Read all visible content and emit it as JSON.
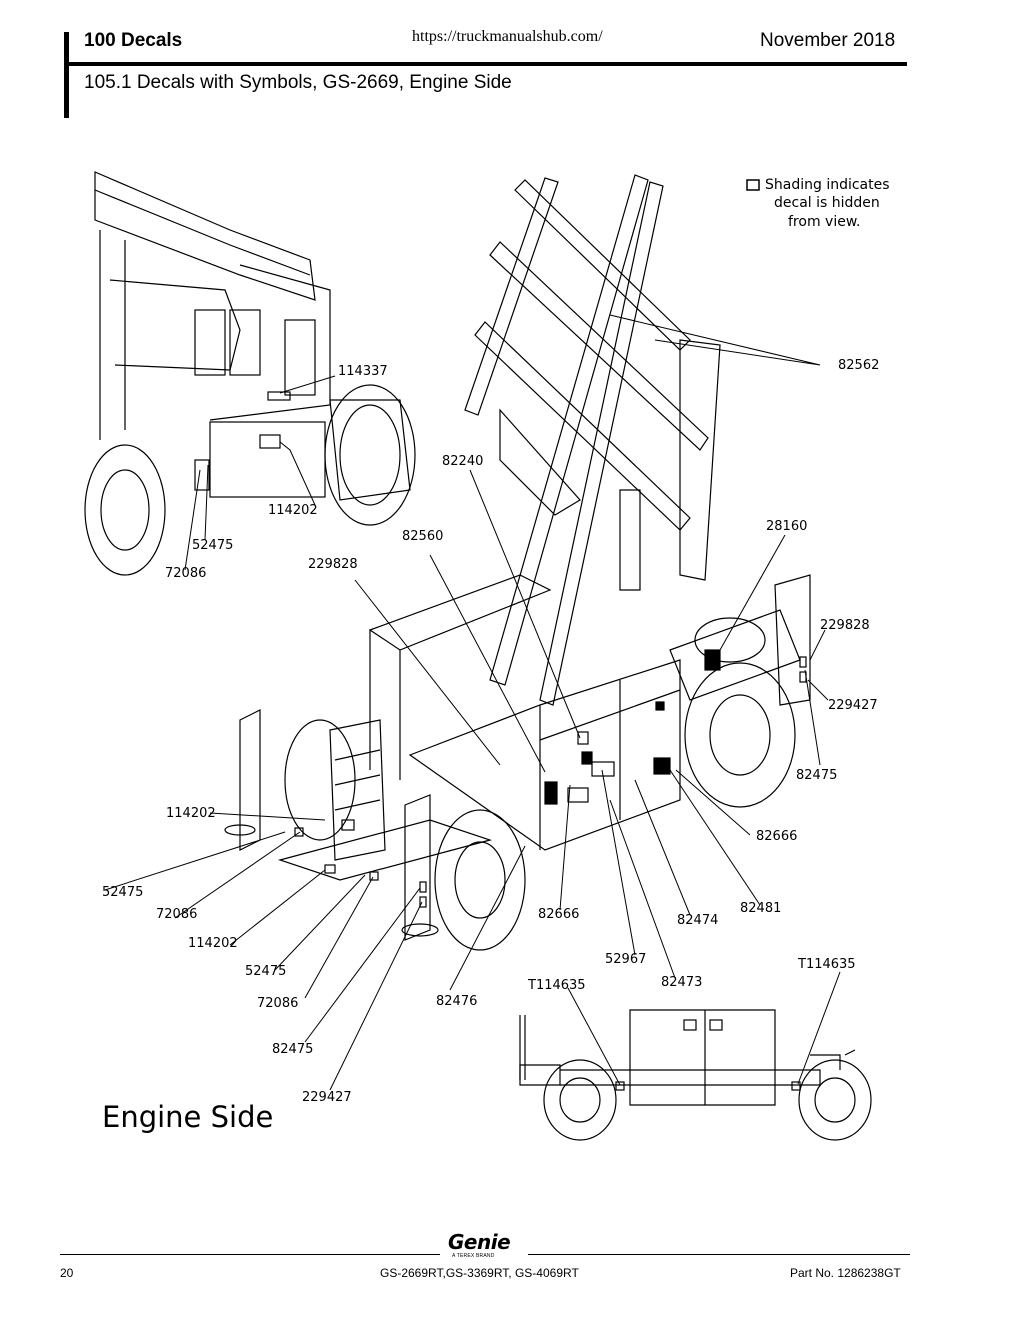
{
  "header": {
    "section": "100 Decals",
    "url": "https://truckmanualshub.com/",
    "date": "November 2018",
    "subtitle": "105.1 Decals with Symbols, GS-2669, Engine Side"
  },
  "diagram": {
    "legend_line1": "Shading indicates",
    "legend_line2": "decal is hidden",
    "legend_line3": "from view.",
    "title": "Engine Side",
    "labels": {
      "l114337": "114337",
      "l114202a": "114202",
      "l52475a": "52475",
      "l72086a": "72086",
      "l82562": "82562",
      "l82240": "82240",
      "l82560": "82560",
      "l229828a": "229828",
      "l28160": "28160",
      "l229828b": "229828",
      "l229427a": "229427",
      "l82475a": "82475",
      "l114202b": "114202",
      "l82666a": "82666",
      "l52475b": "52475",
      "l72086b": "72086",
      "l114202c": "114202",
      "l82666b": "82666",
      "l82474": "82474",
      "l82481": "82481",
      "l52475c": "52475",
      "l52967": "52967",
      "lT114635a": "T114635",
      "lT114635b": "T114635",
      "l82473": "82473",
      "l72086c": "72086",
      "l82476": "82476",
      "l82475b": "82475",
      "l229427b": "229427"
    }
  },
  "footer": {
    "logo": "Genie",
    "logo_sub": "A TEREX BRAND",
    "page": "20",
    "models": "GS-2669RT,GS-3369RT, GS-4069RT",
    "part_no": "Part No. 1286238GT"
  }
}
